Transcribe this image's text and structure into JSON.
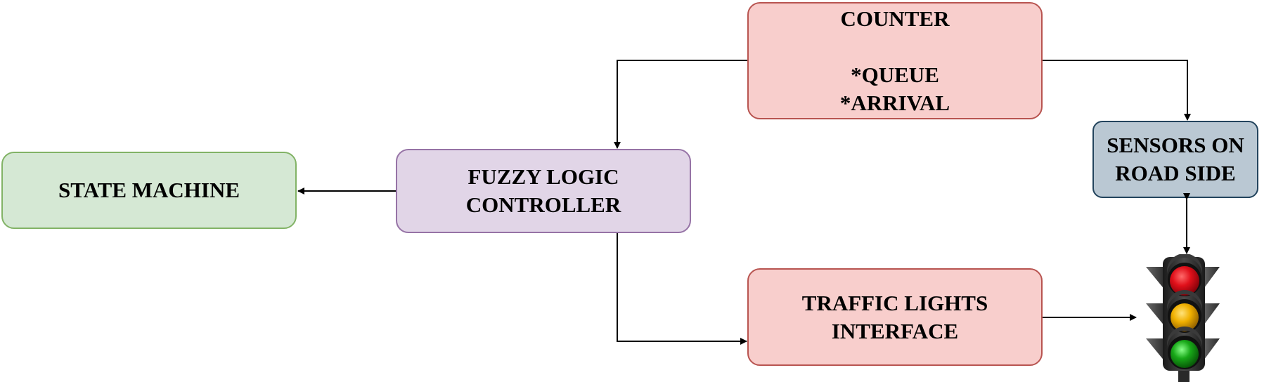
{
  "boxes": {
    "counter": {
      "title": "COUNTER",
      "line1": "*QUEUE",
      "line2": "*ARRIVAL",
      "fill": "#f8cecc",
      "stroke": "#b85450"
    },
    "sensors": {
      "line1": "SENSORS ON",
      "line2": "ROAD SIDE",
      "fill": "#bac8d3",
      "stroke": "#23445d"
    },
    "state_machine": {
      "label": "STATE MACHINE",
      "fill": "#d5e8d4",
      "stroke": "#82b366"
    },
    "fuzzy": {
      "line1": "FUZZY LOGIC",
      "line2": "CONTROLLER",
      "fill": "#e1d5e7",
      "stroke": "#9673a6"
    },
    "traffic_interface": {
      "line1": "TRAFFIC LIGHTS",
      "line2": "INTERFACE",
      "fill": "#f8cecc",
      "stroke": "#b85450"
    }
  },
  "traffic_light": {
    "icon": "traffic-light-icon",
    "colors": {
      "red": "#e0101a",
      "amber": "#f0b000",
      "green": "#18a818",
      "housing": "#2a2a2a"
    }
  },
  "connector_color": "#000000"
}
